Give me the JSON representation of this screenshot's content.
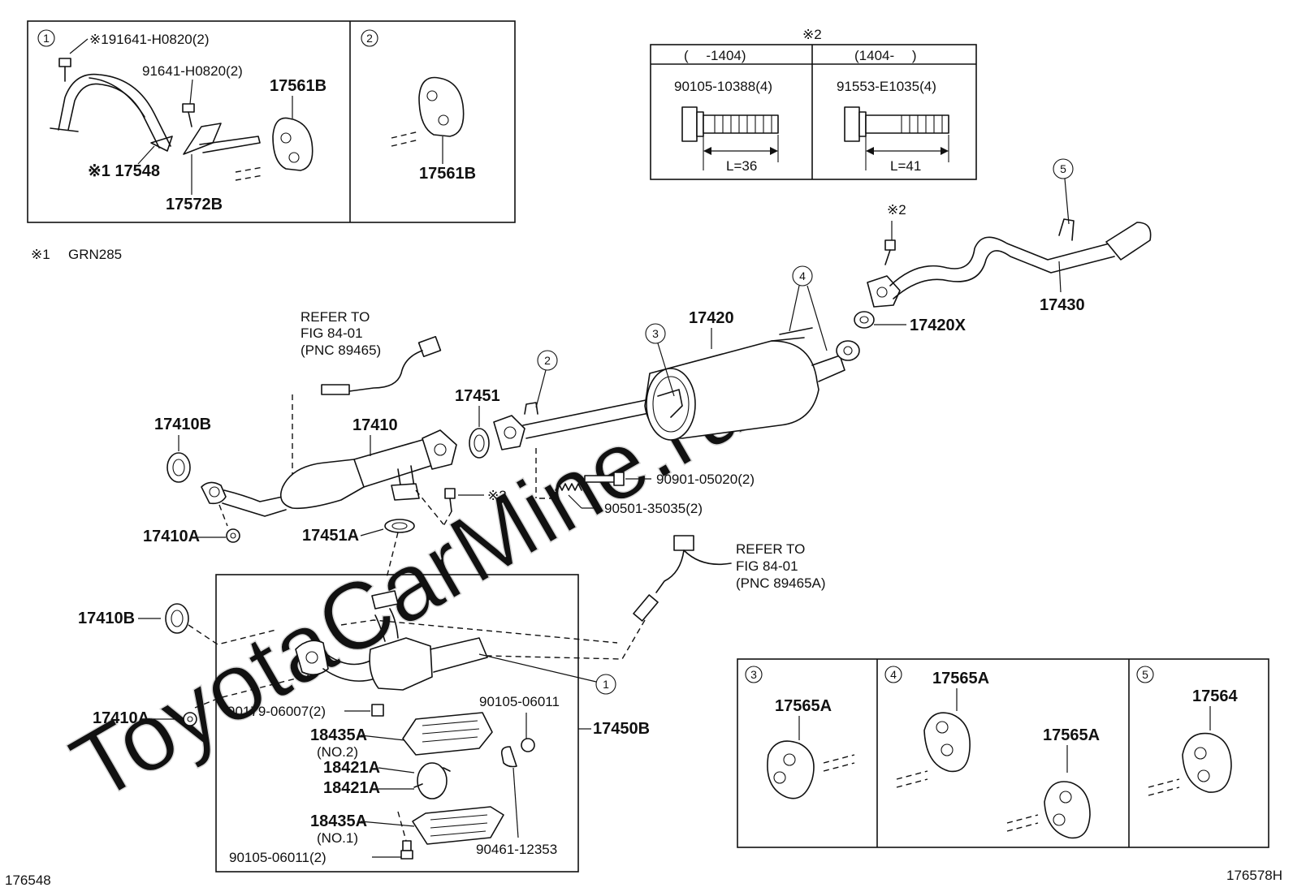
{
  "watermark": "ToyotaCarMine.ru",
  "corner_codes": {
    "left": "176548",
    "right": "176578H"
  },
  "legend_note": {
    "mark": "※1",
    "text": "GRN285"
  },
  "inset_top_left": {
    "panel1": {
      "num": "1",
      "labels": {
        "bolt_a": "※191641-H0820(2)",
        "bolt_b": "91641-H0820(2)",
        "hanger": "17561B",
        "bracket": "※1 17548",
        "stay": "17572B"
      }
    },
    "panel2": {
      "num": "2",
      "labels": {
        "hanger": "17561B"
      }
    }
  },
  "bolt_table": {
    "mark": "※2",
    "col1": {
      "header": "(　 -1404)",
      "part": "90105-10388(4)",
      "length": "L=36"
    },
    "col2": {
      "header": "(1404-　 )",
      "part": "91553-E1035(4)",
      "length": "L=41"
    }
  },
  "main_labels": {
    "refer1_l1": "REFER TO",
    "refer1_l2": "FIG 84-01",
    "refer1_l3": "(PNC 89465)",
    "refer2_l1": "REFER TO",
    "refer2_l2": "FIG 84-01",
    "refer2_l3": "(PNC 89465A)",
    "p17410B_top": "17410B",
    "p17410": "17410",
    "p17451": "17451",
    "p17420": "17420",
    "p17420X": "17420X",
    "p17430": "17430",
    "mark2_top": "※2",
    "p90901": "90901-05020(2)",
    "p90501": "90501-35035(2)",
    "mark2_mid": "※2",
    "p17410A_top": "17410A",
    "p17451A": "17451A",
    "p17410B_low": "17410B",
    "p17410A_low": "17410A",
    "p90179": "90179-06007(2)",
    "p18435A_2": "18435A",
    "p18435A_2_sub": "(NO.2)",
    "p18421A_a": "18421A",
    "p18421A_b": "18421A",
    "p18435A_1": "18435A",
    "p18435A_1_sub": "(NO.1)",
    "p90105_bot": "90105-06011(2)",
    "p90105_right": "90105-06011",
    "p90461": "90461-12353",
    "p17450B": "17450B"
  },
  "callouts": {
    "c1": "1",
    "c2": "2",
    "c3": "3",
    "c4": "4",
    "c5": "5"
  },
  "inset_bottom_right": {
    "panel3": {
      "num": "3",
      "label": "17565A"
    },
    "panel4": {
      "num": "4",
      "label_a": "17565A",
      "label_b": "17565A"
    },
    "panel5": {
      "num": "5",
      "label": "17564"
    }
  }
}
